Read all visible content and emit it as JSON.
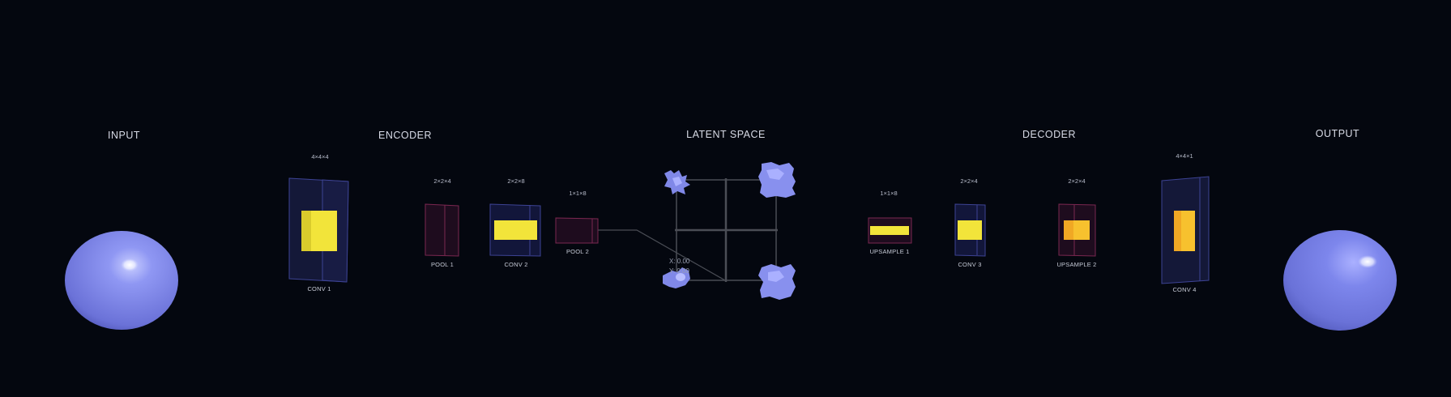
{
  "sections": {
    "input": "INPUT",
    "encoder": "ENCODER",
    "latent": "LATENT SPACE",
    "decoder": "DECODER",
    "output": "OUTPUT"
  },
  "layers": {
    "conv1": {
      "label": "CONV 1",
      "dims": "4×4×4"
    },
    "pool1": {
      "label": "POOL 1",
      "dims": "2×2×4"
    },
    "conv2": {
      "label": "CONV 2",
      "dims": "2×2×8"
    },
    "pool2": {
      "label": "POOL 2",
      "dims": "1×1×8"
    },
    "upsample1": {
      "label": "UPSAMPLE 1",
      "dims": "1×1×8"
    },
    "conv3": {
      "label": "CONV 3",
      "dims": "2×2×4"
    },
    "upsample2": {
      "label": "UPSAMPLE 2",
      "dims": "2×2×4"
    },
    "conv4": {
      "label": "CONV 4",
      "dims": "4×4×1"
    }
  },
  "latent_readout": {
    "x": "X: 0.00",
    "y": "Y: 0.00"
  },
  "colors": {
    "background": "#04070f",
    "conv_box": "#2a2f6e",
    "pool_box": "#6b1f3f",
    "activation": "#f5e63a",
    "activation_orange": "#f7b52a",
    "sphere": "#8a92f0",
    "grid_line": "#4a4d55"
  }
}
